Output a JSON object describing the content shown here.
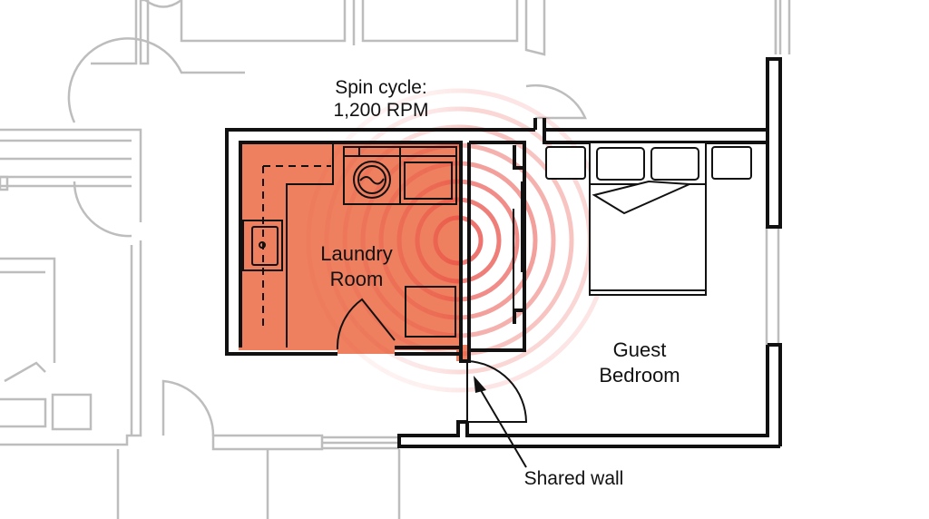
{
  "labels": {
    "spin_line1": "Spin cycle:",
    "spin_line2": "1,200 RPM",
    "laundry_line1": "Laundry",
    "laundry_line2": "Room",
    "bedroom_line1": "Guest",
    "bedroom_line2": "Bedroom",
    "shared_wall": "Shared wall"
  },
  "colors": {
    "laundry_fill": "#EE7F5F",
    "vibration_rings": "#E8463F",
    "walls": "#111111",
    "background_plan": "#BDBDBD"
  }
}
